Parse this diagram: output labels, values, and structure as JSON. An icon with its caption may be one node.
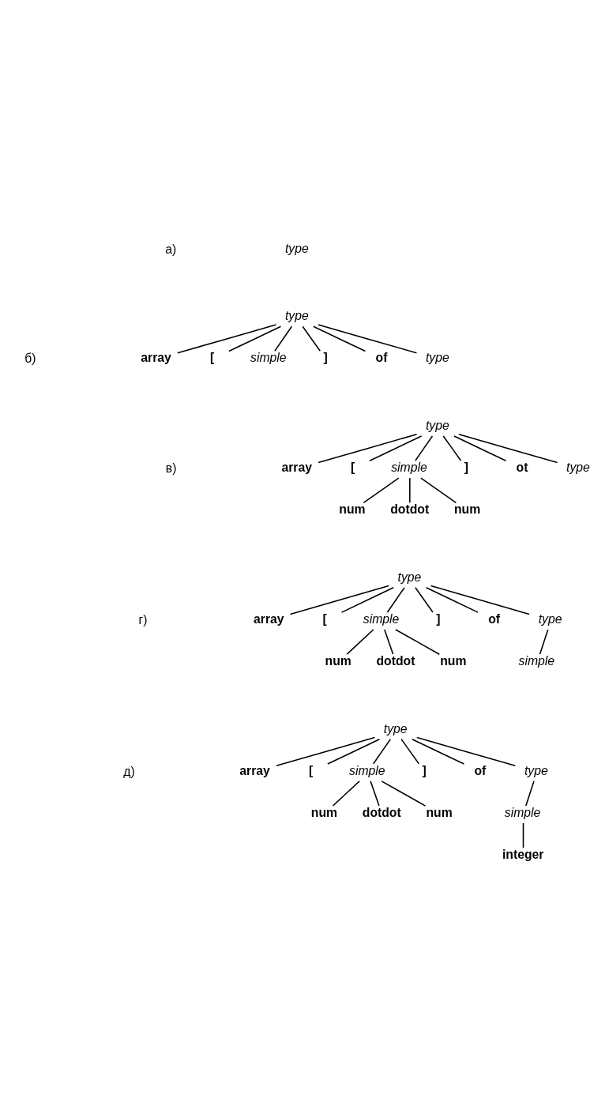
{
  "diagram": {
    "nodes": [
      {
        "text": [
          "type"
        ]
      },
      {
        "text": [
          "type"
        ]
      },
      {
        "text": [
          "array"
        ]
      },
      {
        "text": [
          "["
        ]
      },
      {
        "text": [
          "simple"
        ]
      },
      {
        "text": [
          "]"
        ]
      },
      {
        "text": [
          "of"
        ]
      },
      {
        "text": [
          "type"
        ]
      },
      {
        "text": [
          "type"
        ]
      },
      {
        "text": [
          "array"
        ]
      },
      {
        "text": [
          "["
        ]
      },
      {
        "text": [
          "simple"
        ]
      },
      {
        "text": [
          "]"
        ]
      },
      {
        "text": [
          "ot"
        ]
      },
      {
        "text": [
          "type"
        ]
      },
      {
        "text": [
          "num"
        ]
      },
      {
        "text": [
          "dotdot"
        ]
      },
      {
        "text": [
          "num"
        ]
      },
      {
        "text": [
          "type"
        ]
      },
      {
        "text": [
          "array"
        ]
      },
      {
        "text": [
          "["
        ]
      },
      {
        "text": [
          "simple"
        ]
      },
      {
        "text": [
          "]"
        ]
      },
      {
        "text": [
          "of"
        ]
      },
      {
        "text": [
          "type"
        ]
      },
      {
        "text": [
          "num"
        ]
      },
      {
        "text": [
          "dotdot"
        ]
      },
      {
        "text": [
          "num"
        ]
      },
      {
        "text": [
          "simple"
        ]
      },
      {
        "text": [
          "type"
        ]
      },
      {
        "text": [
          "array"
        ]
      },
      {
        "text": [
          "["
        ]
      },
      {
        "text": [
          "simple"
        ]
      },
      {
        "text": [
          "]"
        ]
      },
      {
        "text": [
          "of"
        ]
      },
      {
        "text": [
          "type"
        ]
      },
      {
        "text": [
          "num"
        ]
      },
      {
        "text": [
          "dotdot"
        ]
      },
      {
        "text": [
          "num"
        ]
      },
      {
        "text": [
          "simple"
        ]
      },
      {
        "text": [
          "integer"
        ]
      }
    ],
    "edges": [
      {
        "from": 1,
        "to": 2,
        "arrow": "none"
      },
      {
        "from": 1,
        "to": 3,
        "arrow": "none"
      },
      {
        "from": 1,
        "to": 4,
        "arrow": "none"
      },
      {
        "from": 1,
        "to": 5,
        "arrow": "none"
      },
      {
        "from": 1,
        "to": 6,
        "arrow": "none"
      },
      {
        "from": 1,
        "to": 7,
        "arrow": "none"
      },
      {
        "from": 8,
        "to": 9,
        "arrow": "none"
      },
      {
        "from": 8,
        "to": 10,
        "arrow": "none"
      },
      {
        "from": 8,
        "to": 11,
        "arrow": "none"
      },
      {
        "from": 8,
        "to": 12,
        "arrow": "none"
      },
      {
        "from": 8,
        "to": 13,
        "arrow": "none"
      },
      {
        "from": 8,
        "to": 14,
        "arrow": "none"
      },
      {
        "from": 11,
        "to": 15,
        "arrow": "none"
      },
      {
        "from": 11,
        "to": 16,
        "arrow": "none"
      },
      {
        "from": 11,
        "to": 17,
        "arrow": "none"
      },
      {
        "from": 18,
        "to": 19,
        "arrow": "none"
      },
      {
        "from": 18,
        "to": 20,
        "arrow": "none"
      },
      {
        "from": 18,
        "to": 21,
        "arrow": "none"
      },
      {
        "from": 18,
        "to": 22,
        "arrow": "none"
      },
      {
        "from": 18,
        "to": 23,
        "arrow": "none"
      },
      {
        "from": 18,
        "to": 24,
        "arrow": "none"
      },
      {
        "from": 21,
        "to": 25,
        "arrow": "none"
      },
      {
        "from": 21,
        "to": 26,
        "arrow": "none"
      },
      {
        "from": 21,
        "to": 27,
        "arrow": "none"
      },
      {
        "from": 24,
        "to": 28,
        "arrow": "none"
      },
      {
        "from": 29,
        "to": 30,
        "arrow": "none"
      },
      {
        "from": 29,
        "to": 31,
        "arrow": "none"
      },
      {
        "from": 29,
        "to": 32,
        "arrow": "none"
      },
      {
        "from": 29,
        "to": 33,
        "arrow": "none"
      },
      {
        "from": 29,
        "to": 34,
        "arrow": "none"
      },
      {
        "from": 29,
        "to": 35,
        "arrow": "none"
      },
      {
        "from": 32,
        "to": 36,
        "arrow": "none"
      },
      {
        "from": 32,
        "to": 37,
        "arrow": "none"
      },
      {
        "from": 32,
        "to": 38,
        "arrow": "none"
      },
      {
        "from": 35,
        "to": 39,
        "arrow": "none"
      },
      {
        "from": 39,
        "to": 40,
        "arrow": "none"
      }
    ],
    "labels": [
      "а)",
      "б)",
      "в)",
      "г)",
      "д)"
    ]
  }
}
